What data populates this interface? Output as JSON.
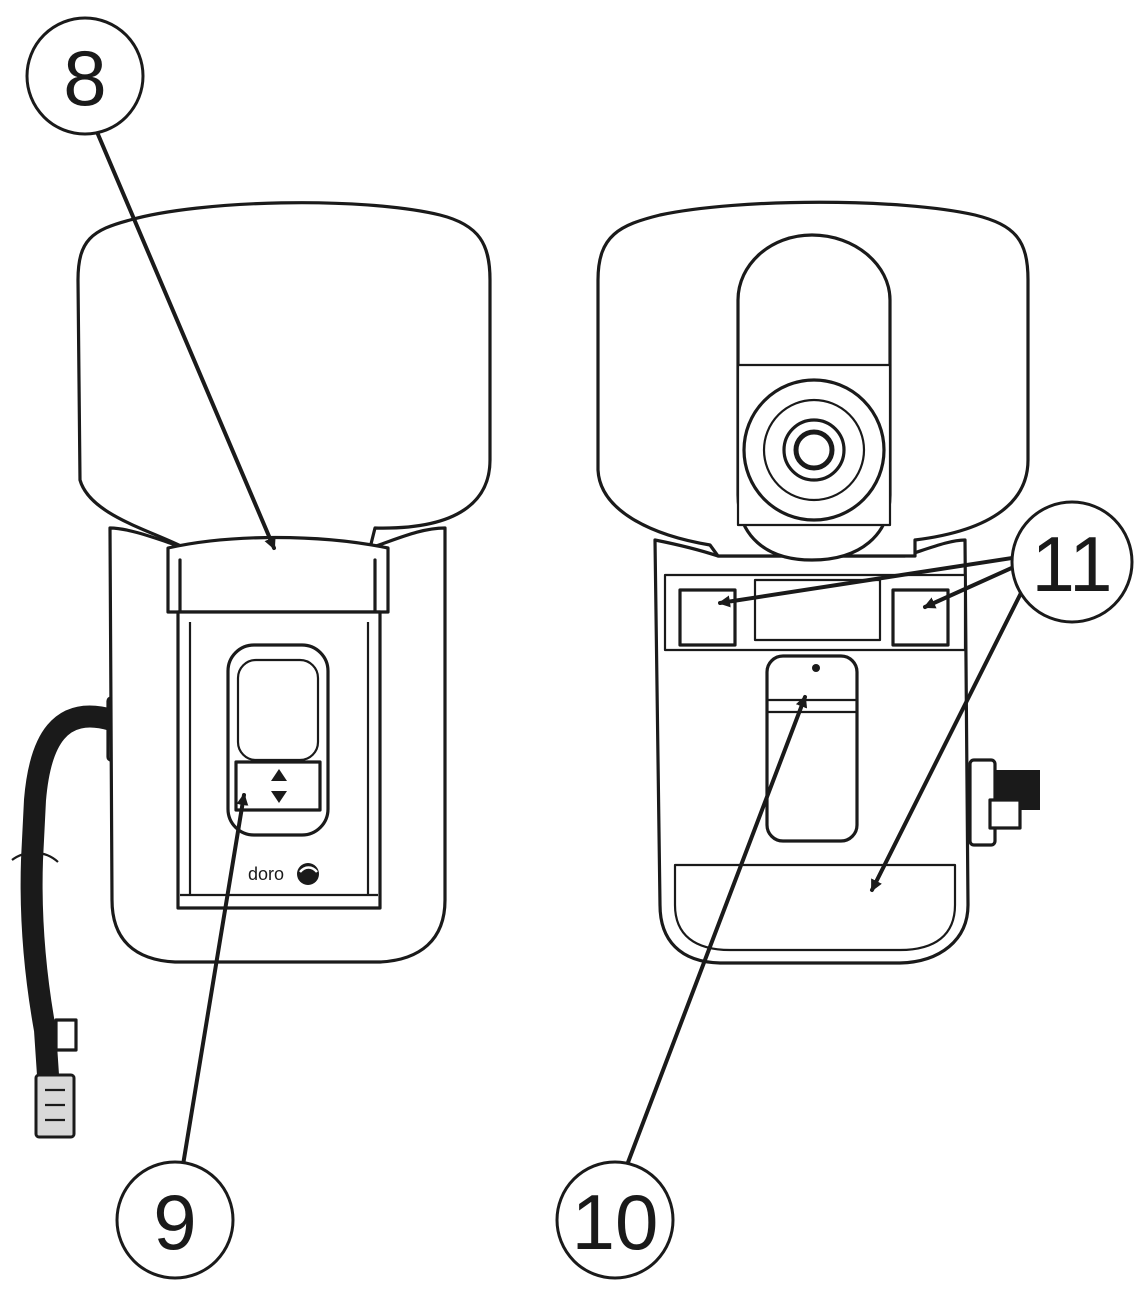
{
  "callouts": {
    "c8": "8",
    "c9": "9",
    "c10": "10",
    "c11": "11"
  },
  "device": {
    "brand_label": "doro"
  },
  "icons": {
    "volume": "up-down-arrows-icon",
    "logo": "doro-logo-icon",
    "cable": "phone-cable-connector-icon"
  },
  "colors": {
    "line": "#1a1a1a",
    "background": "#ffffff"
  }
}
